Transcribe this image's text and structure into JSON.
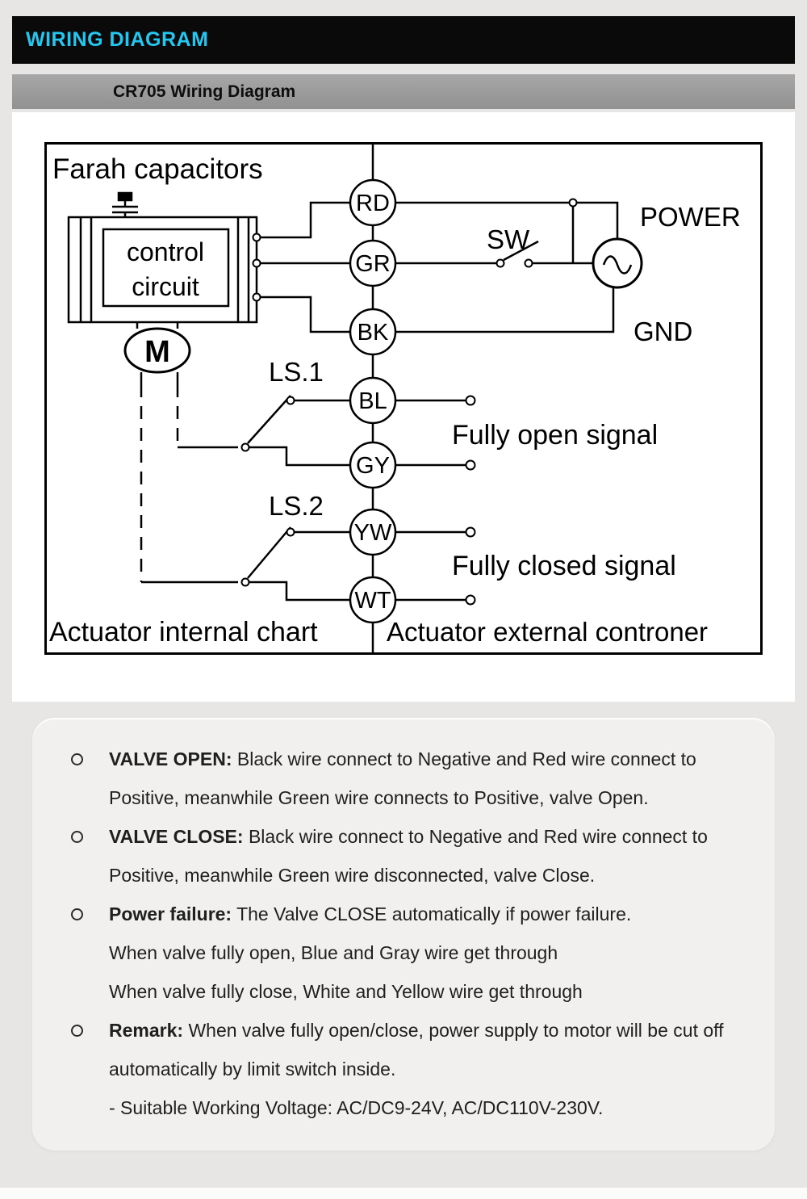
{
  "header": {
    "title": "WIRING DIAGRAM"
  },
  "subheader": {
    "title": "CR705 Wiring Diagram"
  },
  "diagram": {
    "labels": {
      "farah_capacitors": "Farah capacitors",
      "control_line1": "control",
      "control_line2": "circuit",
      "motor": "M",
      "ls1": "LS.1",
      "ls2": "LS.2",
      "sw": "SW",
      "power": "POWER",
      "gnd": "GND",
      "fully_open_signal": "Fully open signal",
      "fully_closed_signal": "Fully closed signal",
      "internal_caption": "Actuator internal chart",
      "external_caption": "Actuator external controner"
    },
    "wires": [
      "RD",
      "GR",
      "BK",
      "BL",
      "GY",
      "YW",
      "WT"
    ]
  },
  "notes": {
    "items": [
      {
        "lead": "VALVE OPEN:",
        "text": "Black wire connect to Negative and Red wire connect to Positive, meanwhile Green wire connects to Positive, valve Open."
      },
      {
        "lead": "VALVE CLOSE:",
        "text": "Black wire connect to Negative and Red wire connect to Positive, meanwhile Green wire disconnected, valve Close."
      },
      {
        "lead": "Power failure:",
        "text": "The Valve CLOSE automatically if power failure.",
        "extras": [
          "When valve fully open, Blue and Gray wire get through",
          "When valve fully close, White and Yellow wire get through"
        ]
      },
      {
        "lead": "Remark:",
        "text": "When valve fully open/close, power supply to motor will be cut off automatically by limit switch inside.",
        "extras": [
          "- Suitable Working Voltage: AC/DC9-24V, AC/DC110V-230V."
        ]
      }
    ]
  }
}
